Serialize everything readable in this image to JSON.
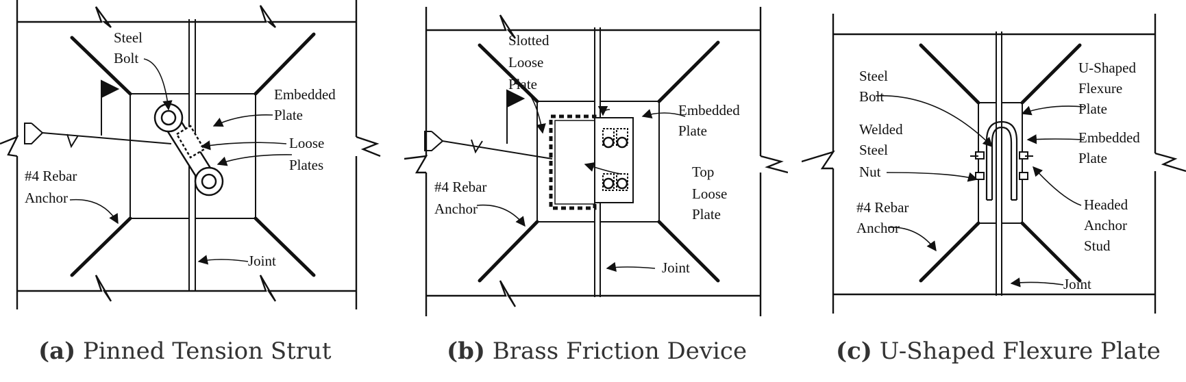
{
  "panels": [
    {
      "tag": "(a)",
      "caption": "Pinned Tension Strut",
      "labels": {
        "bolt": [
          "Steel",
          "Bolt"
        ],
        "plate": [
          "Embedded",
          "Plate"
        ],
        "loose": [
          "Loose",
          "Plates"
        ],
        "rebar": [
          "#4 Rebar",
          "Anchor"
        ],
        "joint": [
          "Joint"
        ]
      }
    },
    {
      "tag": "(b)",
      "caption": "Brass Friction Device",
      "labels": {
        "slotted": [
          "Slotted",
          "Loose",
          "Plate"
        ],
        "plate": [
          "Embedded",
          "Plate"
        ],
        "top": [
          "Top",
          "Loose",
          "Plate"
        ],
        "rebar": [
          "#4 Rebar",
          "Anchor"
        ],
        "joint": [
          "Joint"
        ]
      }
    },
    {
      "tag": "(c)",
      "caption": "U-Shaped Flexure Plate",
      "labels": {
        "bolt": [
          "Steel",
          "Bolt"
        ],
        "nut": [
          "Welded",
          "Steel",
          "Nut"
        ],
        "flex": [
          "U-Shaped",
          "Flexure",
          "Plate"
        ],
        "plate": [
          "Embedded",
          "Plate"
        ],
        "stud": [
          "Headed",
          "Anchor",
          "Stud"
        ],
        "rebar": [
          "#4 Rebar",
          "Anchor"
        ],
        "joint": [
          "Joint"
        ]
      }
    }
  ]
}
